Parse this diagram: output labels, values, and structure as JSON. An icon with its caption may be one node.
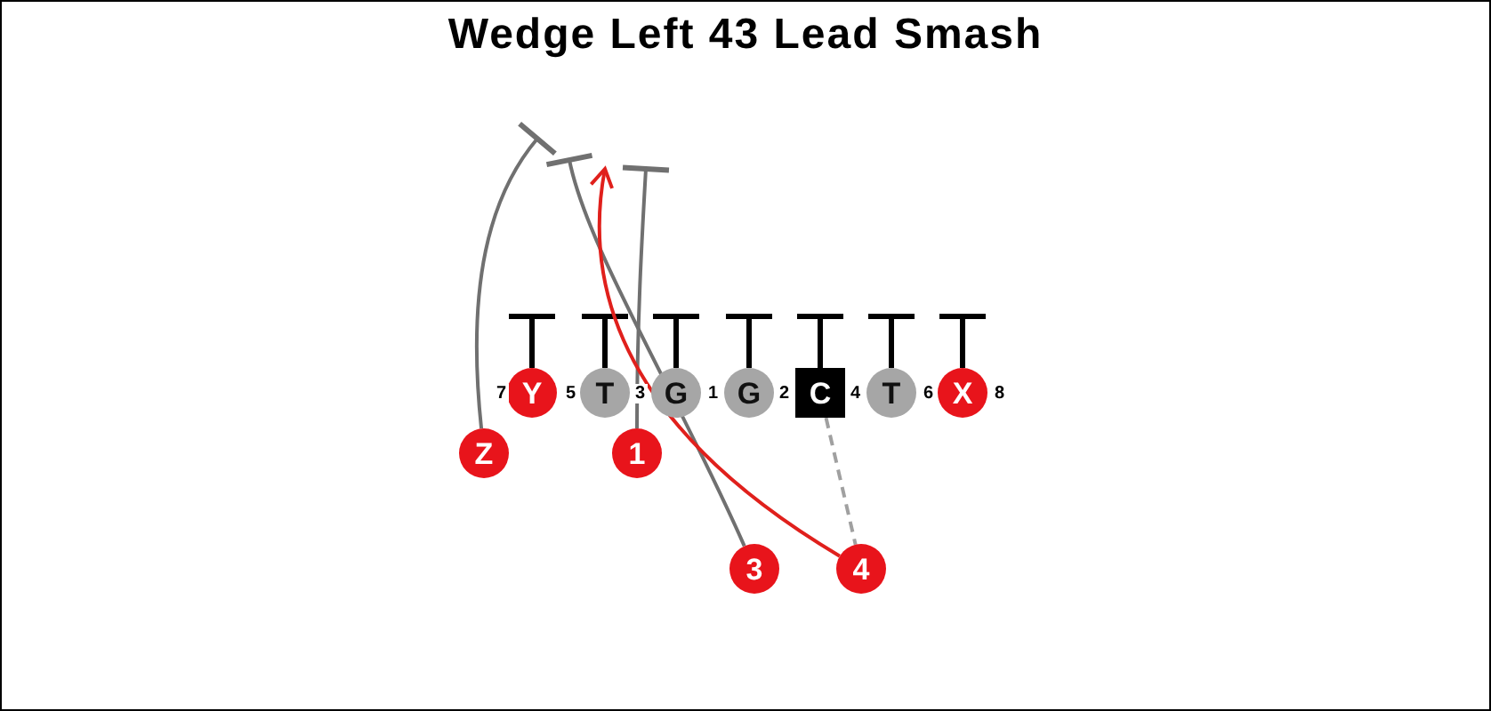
{
  "diagram": {
    "title": "Wedge Left 43 Lead Smash",
    "nodes": [
      {
        "text": [
          "Y"
        ]
      },
      {
        "text": [
          "T"
        ]
      },
      {
        "text": [
          "G"
        ]
      },
      {
        "text": [
          "G"
        ]
      },
      {
        "text": [
          "C"
        ]
      },
      {
        "text": [
          "T"
        ]
      },
      {
        "text": [
          "X"
        ]
      },
      {
        "text": [
          "Z"
        ]
      },
      {
        "text": [
          "1"
        ]
      },
      {
        "text": [
          "3"
        ]
      },
      {
        "text": [
          "4"
        ]
      }
    ],
    "edges": [
      {
        "from": 0,
        "to": null,
        "arrow": "other"
      },
      {
        "from": 1,
        "to": null,
        "arrow": "other"
      },
      {
        "from": 2,
        "to": null,
        "arrow": "other"
      },
      {
        "from": 3,
        "to": null,
        "arrow": "other"
      },
      {
        "from": 4,
        "to": null,
        "arrow": "other"
      },
      {
        "from": 5,
        "to": null,
        "arrow": "other"
      },
      {
        "from": 6,
        "to": null,
        "arrow": "other"
      },
      {
        "from": 7,
        "to": null,
        "arrow": "other",
        "color": "#707070"
      },
      {
        "from": 8,
        "to": null,
        "arrow": "other",
        "color": "#707070"
      },
      {
        "from": 9,
        "to": null,
        "arrow": "other",
        "color": "#707070"
      },
      {
        "from": 10,
        "to": null,
        "arrow": "to",
        "color": "#e0201c"
      },
      {
        "from": 4,
        "to": 10,
        "arrow": "none",
        "style": "dashed",
        "color": "#a0a0a0"
      }
    ],
    "labels": [
      "7",
      "5",
      "3",
      "1",
      "2",
      "4",
      "6",
      "8"
    ]
  }
}
